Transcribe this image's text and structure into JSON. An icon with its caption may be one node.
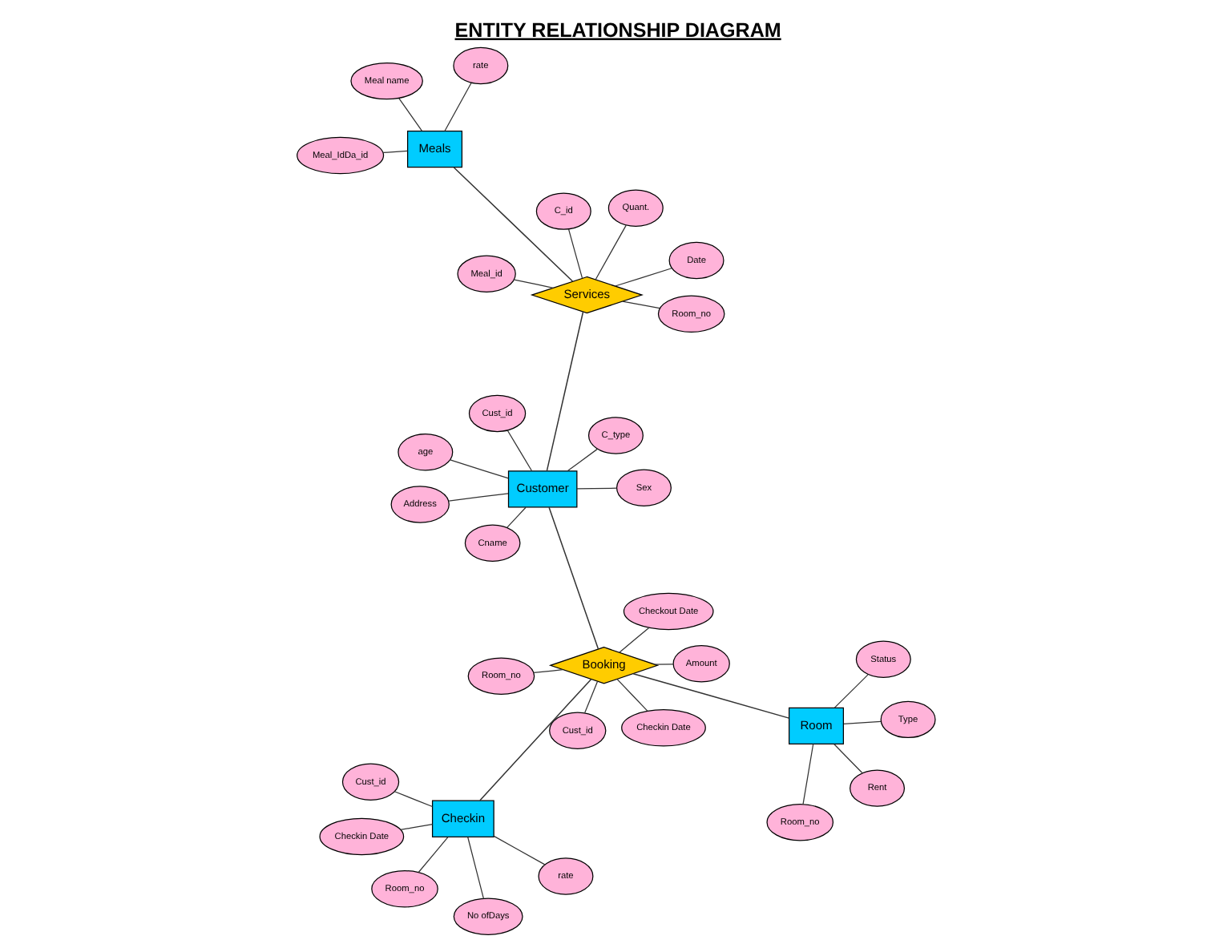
{
  "diagram": {
    "title": "ENTITY RELATIONSHIP DIAGRAM",
    "nodes": [
      {
        "text": [
          "Room_no"
        ]
      },
      {
        "text": [
          "Type"
        ]
      },
      {
        "text": [
          "Cust_id"
        ]
      },
      {
        "text": [
          "Room_no"
        ]
      },
      {
        "text": [
          "Checkin Date"
        ]
      },
      {
        "text": [
          "Cust_id"
        ]
      },
      {
        "text": [
          "Room_no"
        ]
      },
      {
        "text": [
          "Rent"
        ]
      },
      {
        "text": [
          "Room"
        ]
      },
      {
        "text": [
          "Booking"
        ]
      },
      {
        "text": [
          "Checkin"
        ]
      },
      {
        "text": [
          "Checkin Date"
        ]
      },
      {
        "text": [
          "Status"
        ]
      },
      {
        "text": [
          "Amount"
        ]
      },
      {
        "text": [
          "Checkout Date"
        ]
      },
      {
        "text": [
          "rate"
        ]
      },
      {
        "text": [
          "No ofDays"
        ]
      },
      {
        "text": [
          "Cust_id"
        ]
      },
      {
        "text": [
          "age"
        ]
      },
      {
        "text": [
          "Customer"
        ]
      },
      {
        "text": [
          "Cname"
        ]
      },
      {
        "text": [
          "Address"
        ]
      },
      {
        "text": [
          "Sex"
        ]
      },
      {
        "text": [
          "C_type"
        ]
      },
      {
        "text": [
          "C_id"
        ]
      },
      {
        "text": [
          "Services"
        ]
      },
      {
        "text": [
          "Quant."
        ]
      },
      {
        "text": [
          "Meal_id"
        ]
      },
      {
        "text": [
          "Room_no"
        ]
      },
      {
        "text": [
          "Date"
        ]
      },
      {
        "text": [
          "Meals"
        ]
      },
      {
        "text": [
          "rate"
        ]
      },
      {
        "text": [
          "Meal_IdDa_id"
        ]
      },
      {
        "text": [
          "Meal name"
        ]
      }
    ],
    "edges": [
      {
        "from": 8,
        "to": 0,
        "arrow": "none"
      },
      {
        "from": 8,
        "to": 1,
        "arrow": "none"
      },
      {
        "from": 8,
        "to": 7,
        "arrow": "none"
      },
      {
        "from": 8,
        "to": 12,
        "arrow": "none"
      },
      {
        "from": 8,
        "to": 9,
        "arrow": "none"
      },
      {
        "from": 9,
        "to": 2,
        "arrow": "none"
      },
      {
        "from": 9,
        "to": 3,
        "arrow": "none"
      },
      {
        "from": 9,
        "to": 4,
        "arrow": "none"
      },
      {
        "from": 9,
        "to": 13,
        "arrow": "none"
      },
      {
        "from": 9,
        "to": 14,
        "arrow": "none"
      },
      {
        "from": 9,
        "to": 10,
        "arrow": "none"
      },
      {
        "from": 10,
        "to": 5,
        "arrow": "none"
      },
      {
        "from": 10,
        "to": 6,
        "arrow": "none"
      },
      {
        "from": 10,
        "to": 11,
        "arrow": "none"
      },
      {
        "from": 10,
        "to": 15,
        "arrow": "none"
      },
      {
        "from": 10,
        "to": 16,
        "arrow": "none"
      },
      {
        "from": 9,
        "to": 19,
        "arrow": "none"
      },
      {
        "from": 19,
        "to": 17,
        "arrow": "none"
      },
      {
        "from": 19,
        "to": 18,
        "arrow": "none"
      },
      {
        "from": 19,
        "to": 20,
        "arrow": "none"
      },
      {
        "from": 19,
        "to": 21,
        "arrow": "none"
      },
      {
        "from": 19,
        "to": 22,
        "arrow": "none"
      },
      {
        "from": 19,
        "to": 23,
        "arrow": "none"
      },
      {
        "from": 19,
        "to": 25,
        "arrow": "none"
      },
      {
        "from": 25,
        "to": 24,
        "arrow": "none"
      },
      {
        "from": 25,
        "to": 26,
        "arrow": "none"
      },
      {
        "from": 25,
        "to": 27,
        "arrow": "none"
      },
      {
        "from": 25,
        "to": 28,
        "arrow": "none"
      },
      {
        "from": 25,
        "to": 29,
        "arrow": "none"
      },
      {
        "from": 25,
        "to": 30,
        "arrow": "none"
      },
      {
        "from": 30,
        "to": 31,
        "arrow": "none"
      },
      {
        "from": 30,
        "to": 32,
        "arrow": "none"
      },
      {
        "from": 30,
        "to": 33,
        "arrow": "none"
      }
    ]
  }
}
